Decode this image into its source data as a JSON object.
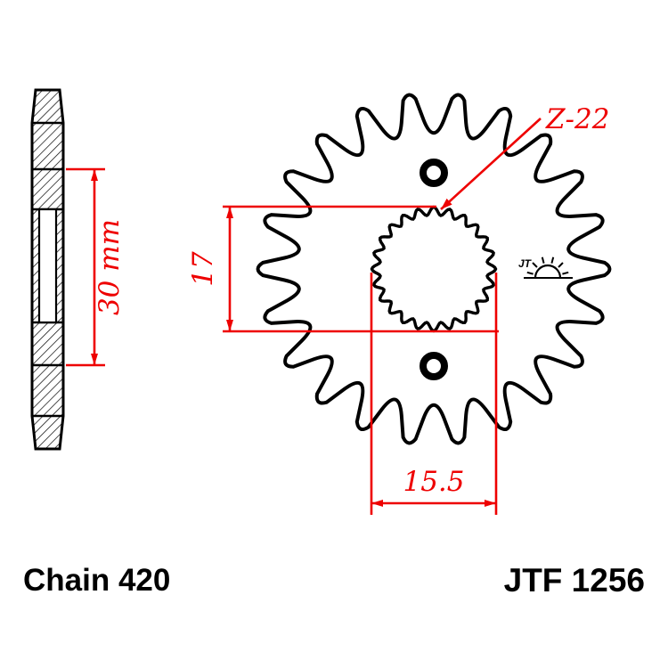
{
  "drawing": {
    "teeth_count": 22,
    "labels": {
      "teeth": "Z-22",
      "spline_height": "17",
      "spline_width": "15.5",
      "side_diameter": "30 mm",
      "chain": "Chain 420",
      "part_number": "JTF 1256",
      "logo": "JT"
    },
    "colors": {
      "dimension": "#ee0000",
      "line": "#000000"
    }
  }
}
